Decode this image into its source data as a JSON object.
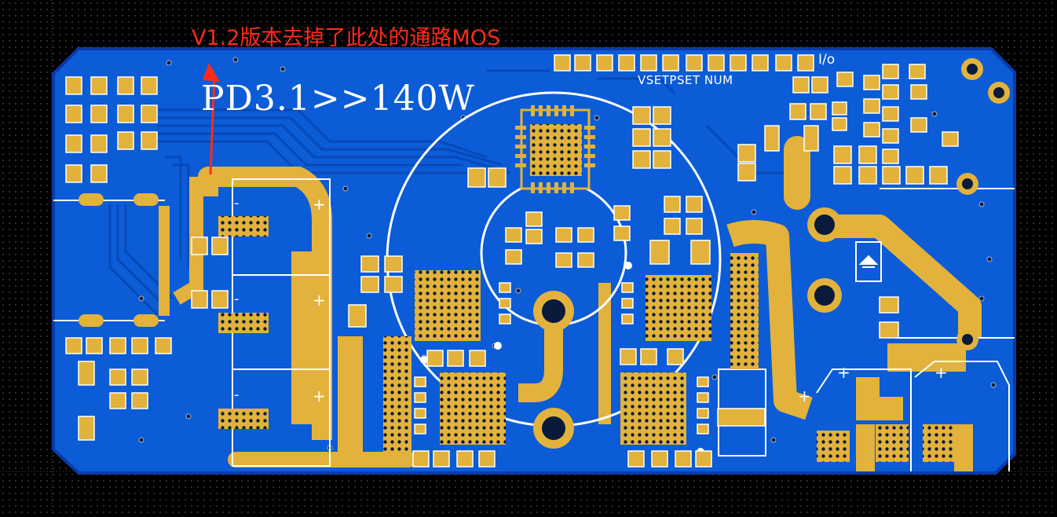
{
  "annotation": {
    "text": "V1.2版本去掉了此处的通路MOS",
    "color": "#ff2a1a"
  },
  "board": {
    "title_silkscreen": "PD3.1>>140W",
    "header_labels": "VSETPSET NUM",
    "io_label": "I/o",
    "polarity_plus": "+",
    "polarity_minus": "-",
    "colors": {
      "background": "#000000",
      "copper_pour": "#0b5cd6",
      "pour_edge": "#0a3aa8",
      "pad": "#e2b23c",
      "silkscreen": "#ffffff",
      "annotation": "#ff2a1a"
    }
  }
}
